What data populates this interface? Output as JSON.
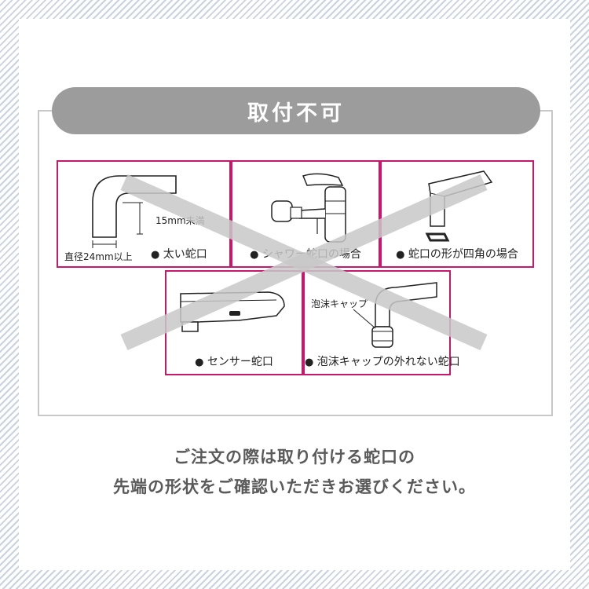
{
  "banner": {
    "title": "取付不可"
  },
  "panels": [
    {
      "caption": "太い蛇口",
      "label_height": "15mm未満",
      "label_diameter": "直径24mm以上"
    },
    {
      "caption": "シャワー蛇口の場合"
    },
    {
      "caption": "蛇口の形が四角の場合"
    },
    {
      "caption": "センサー蛇口"
    },
    {
      "caption": "泡沫キャップの外れない蛇口",
      "label_cap": "泡沫キャップ"
    }
  ],
  "bullet": "●",
  "notice": {
    "line1": "ご注文の際は取り付ける蛇口の",
    "line2": "先端の形状をご確認いただきお選びください。"
  },
  "colors": {
    "panel_border": "#c8186e",
    "banner_bg": "#9c9c9c",
    "cross": "#c8c8c8"
  }
}
